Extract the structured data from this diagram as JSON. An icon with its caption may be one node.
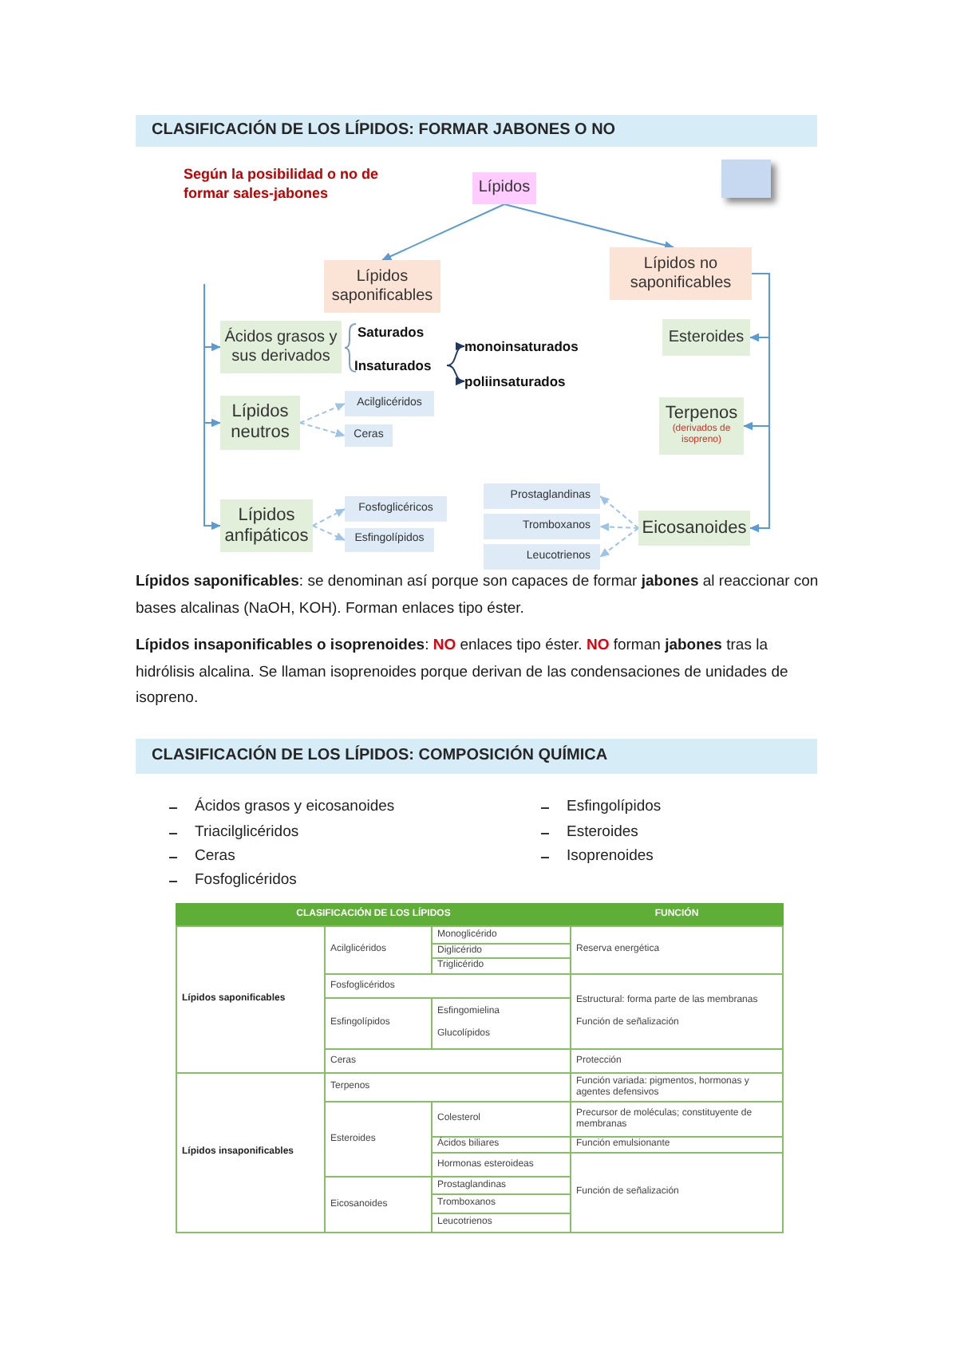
{
  "diagram": {
    "title": "CLASIFICACIÓN DE LOS LÍPIDOS: FORMAR **JABONES O NO**",
    "nodes": [
      {
        "text": [
          "Lípidos"
        ]
      },
      {
        "text": [],
        "shape": "box"
      },
      {
        "text": [
          "Lípidos saponificables"
        ]
      },
      {
        "text": [
          "Lípidos no saponificables"
        ]
      },
      {
        "text": [
          "Ácidos grasos y sus derivados"
        ]
      },
      {
        "text": [
          "Insaturados"
        ]
      },
      {
        "text": [
          "monoinsaturados"
        ]
      },
      {
        "text": [
          "poliinsaturados"
        ]
      },
      {
        "text": [
          "Esteroides"
        ]
      },
      {
        "text": [
          "Lípidos neutros"
        ]
      },
      {
        "text": [
          "Acilglicéridos"
        ]
      },
      {
        "text": [
          "Ceras"
        ]
      },
      {
        "text": [
          "Terpenos",
          "(derivados de isopreno)"
        ]
      },
      {
        "text": [
          "Lípidos anfipáticos"
        ]
      },
      {
        "text": [
          "Fosfoglicéricos"
        ]
      },
      {
        "text": [
          "Esfingolípidos"
        ]
      },
      {
        "text": [
          "Prostaglandinas"
        ]
      },
      {
        "text": [
          "Tromboxanos"
        ]
      },
      {
        "text": [
          "Eicosanoides"
        ]
      },
      {
        "text": [
          "Leucotrienos"
        ]
      }
    ],
    "edges": [
      {
        "from": 0,
        "to": 2,
        "arrow": "to"
      },
      {
        "from": 0,
        "to": 3,
        "arrow": "to"
      },
      {
        "from": null,
        "to": 4,
        "arrow": "to"
      },
      {
        "from": null,
        "to": 9,
        "arrow": "to"
      },
      {
        "from": null,
        "to": 13,
        "arrow": "to"
      },
      {
        "from": 3,
        "to": 8,
        "arrow": "to"
      },
      {
        "from": 3,
        "to": 12,
        "arrow": "to"
      },
      {
        "from": 3,
        "to": 18,
        "arrow": "to"
      },
      {
        "from": 5,
        "to": 6,
        "arrow": "to",
        "color": "#1f3864"
      },
      {
        "from": 5,
        "to": 7,
        "arrow": "to",
        "color": "#1f3864"
      },
      {
        "from": 9,
        "to": 10,
        "arrow": "to",
        "style": "dashed",
        "color": "#9dc3e6"
      },
      {
        "from": 9,
        "to": 11,
        "arrow": "to",
        "style": "dashed",
        "color": "#9dc3e6"
      },
      {
        "from": 13,
        "to": 14,
        "arrow": "to",
        "style": "dashed",
        "color": "#9dc3e6"
      },
      {
        "from": 13,
        "to": 15,
        "arrow": "to",
        "style": "dashed",
        "color": "#9dc3e6"
      },
      {
        "from": 18,
        "to": 16,
        "arrow": "to",
        "style": "dashed",
        "color": "#9dc3e6"
      },
      {
        "from": 18,
        "to": 17,
        "arrow": "to",
        "style": "dashed",
        "color": "#9dc3e6"
      },
      {
        "from": 18,
        "to": 19,
        "arrow": "to",
        "style": "dashed",
        "color": "#9dc3e6"
      }
    ],
    "labels": [
      "Según la posibilidad o no de formar sales-jabones",
      "Saturados",
      "**Lípidos saponificables**: se denominan así porque son capaces de formar **jabones** al reaccionar con bases alcalinas (NaOH, KOH). Forman enlaces tipo éster.",
      "**Lípidos insaponificables o isoprenoides**: **NO** enlaces tipo éster. **NO** forman **jabones** tras la hidrólisis alcalina. Se llaman isoprenoides porque derivan de las condensaciones de unidades de isopreno.",
      "CLASIFICACIÓN DE LOS LÍPIDOS: COMPOSICIÓN **QUÍMICA**",
      "Ácidos grasos y eicosanoides",
      "Triacilglicéridos",
      "Ceras",
      "Fosfoglicéridos",
      "Esfingolípidos",
      "Esteroides",
      "Isoprenoides",
      "CLASIFICACIÓN DE LOS LÍPIDOS",
      "FUNCIÓN",
      "Lípidos saponificables",
      "Acilglicéridos",
      "Monoglicérido",
      "Reserva energética",
      "Diglicérido",
      "Triglicérido",
      "Fosfoglicéridos",
      "Estructural: forma parte de las membranas",
      "Función de señalización",
      "Esfingolípidos",
      "Esfingomielina",
      "Glucolípidos",
      "Ceras",
      "Protección",
      "Lípidos insaponificables",
      "Terpenos",
      "Función variada: pigmentos, hormonas y agentes defensivos",
      "Esteroides",
      "Colesterol",
      "Precursor de moléculas; constituyente de membranas",
      "Ácidos biliares",
      "Función emulsionante",
      "Hormonas esteroideas",
      "Función de señalización",
      "Eicosanoides",
      "Prostaglandinas",
      "Tromboxanos",
      "Leucotrienos"
    ]
  }
}
